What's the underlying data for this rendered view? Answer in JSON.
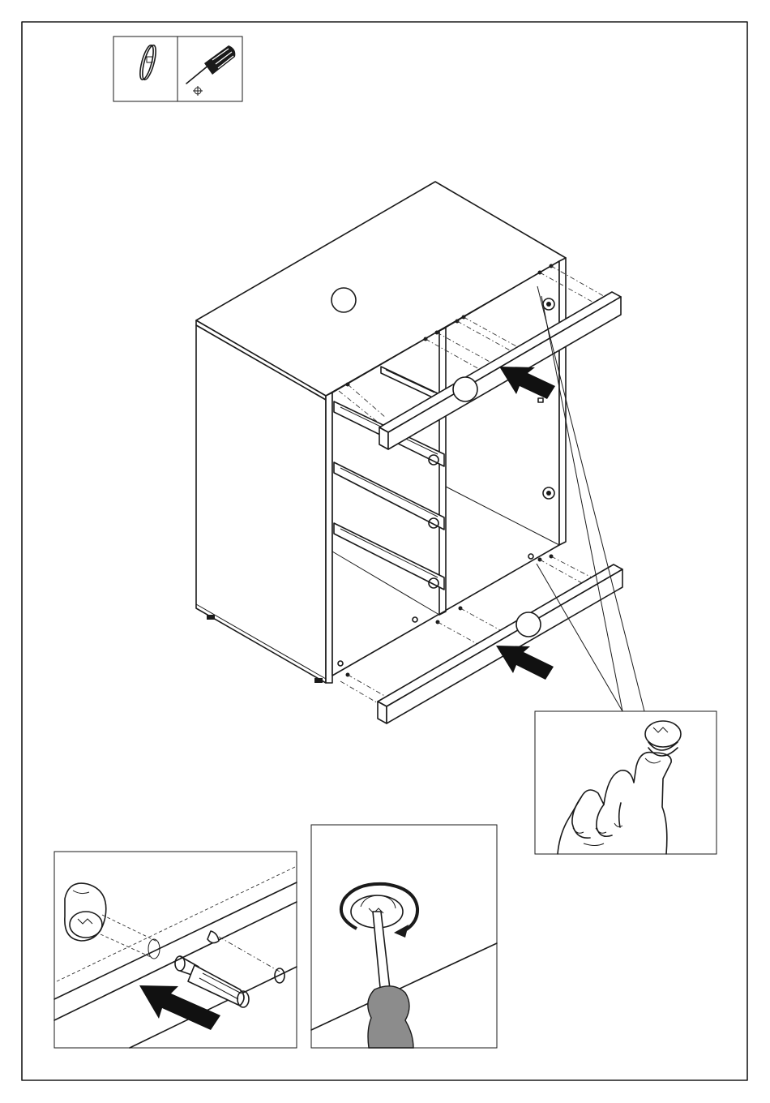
{
  "page": {
    "border_color": "#1a1a1a",
    "background": "#ffffff"
  },
  "tools": {
    "items": [
      {
        "name": "cam-lock-disc-icon"
      },
      {
        "name": "phillips-screwdriver-icon"
      }
    ]
  },
  "main_illustration": {
    "part_markers": [
      "",
      "",
      ""
    ],
    "arrows": 2
  },
  "insets": {
    "hand_insert_dowel": {
      "name": "hand-inserting-cam-bolt"
    },
    "insert_rail": {
      "name": "insert-rail-onto-dowels"
    },
    "tighten_cam": {
      "name": "tighten-cam-lock-clockwise"
    }
  }
}
